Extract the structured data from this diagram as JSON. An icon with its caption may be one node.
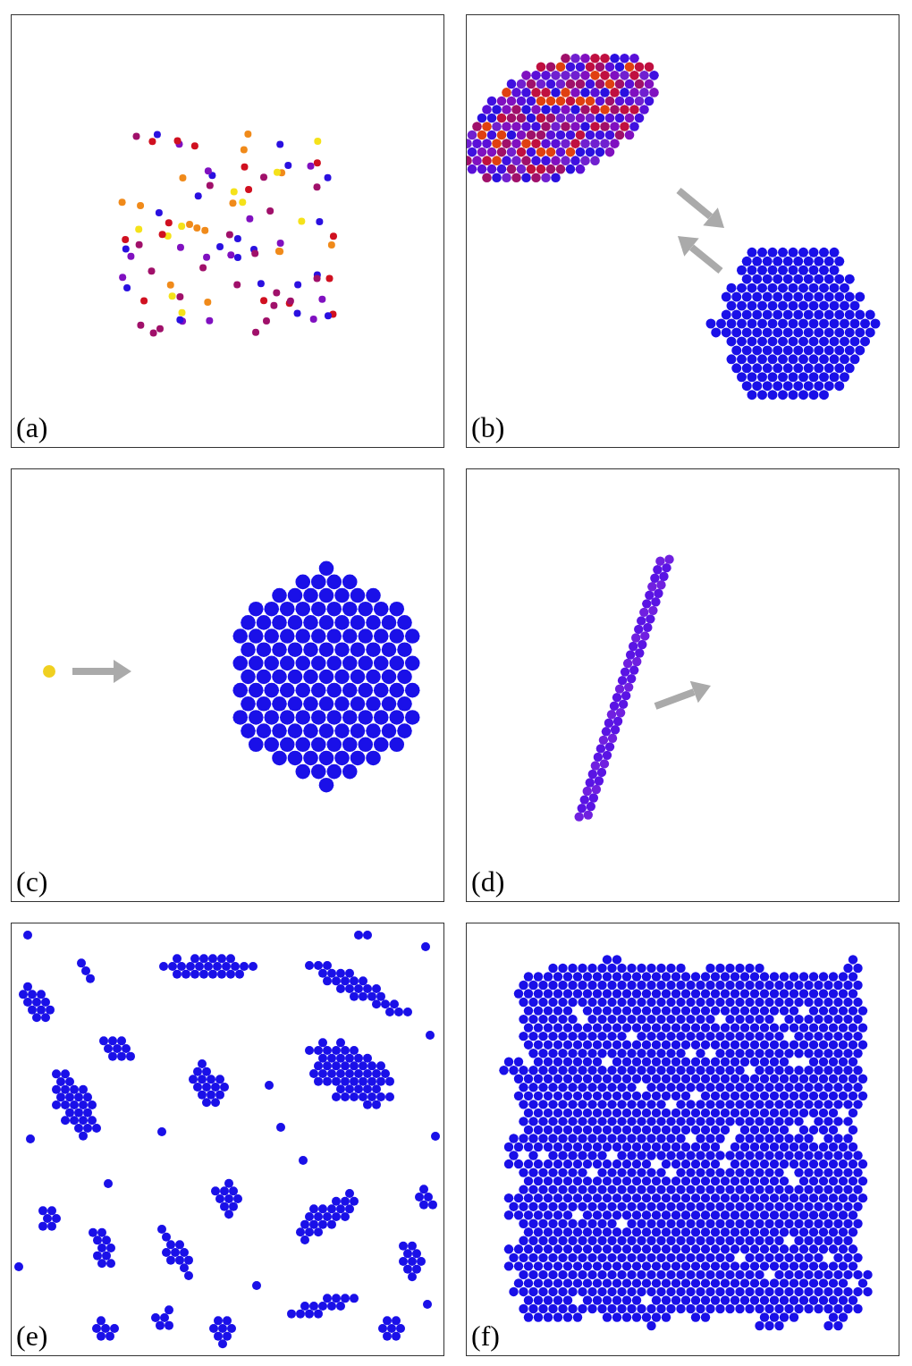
{
  "diagram": {
    "nodes": [
      {
        "text": [
          "(a)"
        ]
      },
      {
        "text": [
          "(b)"
        ]
      },
      {
        "text": [
          "(c)"
        ]
      },
      {
        "text": [
          "(d)"
        ]
      },
      {
        "text": [
          "(e)"
        ]
      },
      {
        "text": [
          "(f)"
        ]
      }
    ]
  }
}
